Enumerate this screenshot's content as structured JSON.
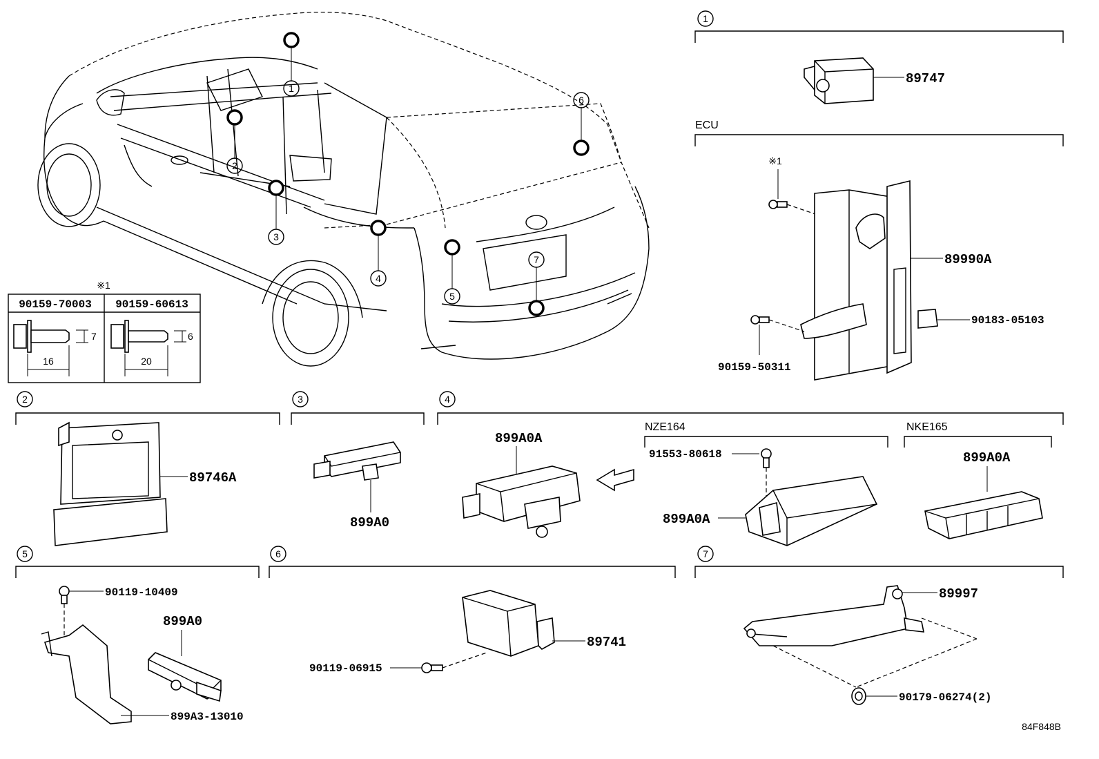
{
  "section_markers": [
    "1",
    "2",
    "3",
    "4",
    "5",
    "6",
    "7"
  ],
  "headers": {
    "ecu": "ECU",
    "nze": "NZE164",
    "nke": "NKE165",
    "note": "※1"
  },
  "bolt_table": {
    "title": "※1",
    "col1": {
      "part": "90159-70003",
      "dia": "7",
      "len": "16"
    },
    "col2": {
      "part": "90159-60613",
      "dia": "6",
      "len": "20"
    }
  },
  "parts": {
    "p89747": "89747",
    "p89990A": "89990A",
    "p90183": "90183-05103",
    "p90159_50311": "90159-50311",
    "p89746A": "89746A",
    "p899A0_s3": "899A0",
    "p899A0A_a": "899A0A",
    "p91553": "91553-80618",
    "p899A0A_b": "899A0A",
    "p899A0A_c": "899A0A",
    "p90119_10409": "90119-10409",
    "p899A0_s5": "899A0",
    "p899A3": "899A3-13010",
    "p89741": "89741",
    "p90119_06915": "90119-06915",
    "p89997": "89997",
    "p90179": "90179-06274(2)"
  },
  "figure_code": "84F848B",
  "colors": {
    "line": "#000000",
    "background": "#ffffff"
  }
}
